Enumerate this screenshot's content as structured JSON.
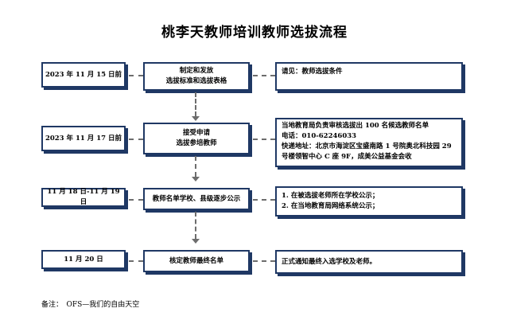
{
  "title": "桃李天教师培训教师选拔流程",
  "steps": [
    {
      "date": "2023 年 11 月 15 日前",
      "action": [
        "制定和发放",
        "选拔标准和选拔表格"
      ],
      "detail": [
        "请见：教师选拔条件"
      ]
    },
    {
      "date": "2023 年 11 月 17 日前",
      "action": [
        "接受申请",
        "选拔参培教师"
      ],
      "detail": [
        "当地教育局负责审核选拔出 100 名候选教师名单",
        "电话：010-62246033",
        "快递地址：北京市海淀区宝盛南路 1 号院奥北科技园 29",
        "号楼领智中心 C 座 9F，成美公益基金会收"
      ]
    },
    {
      "date": "11 月 18 日-11 月 19 日",
      "action": [
        "教师名单学校、县级逐步公示"
      ],
      "detail": [
        "1. 在被选拔老师所在学校公示；",
        "2. 在当地教育局网络系统公示；"
      ]
    },
    {
      "date": "11 月 20 日",
      "action": [
        "核定教师最终名单"
      ],
      "detail": [
        "正式通知最终入选学校及老师。"
      ]
    }
  ],
  "note": "备注：　OFS—我们的自由天空",
  "colors": {
    "border": "#1f3864",
    "connector": "#6d6d6d"
  }
}
